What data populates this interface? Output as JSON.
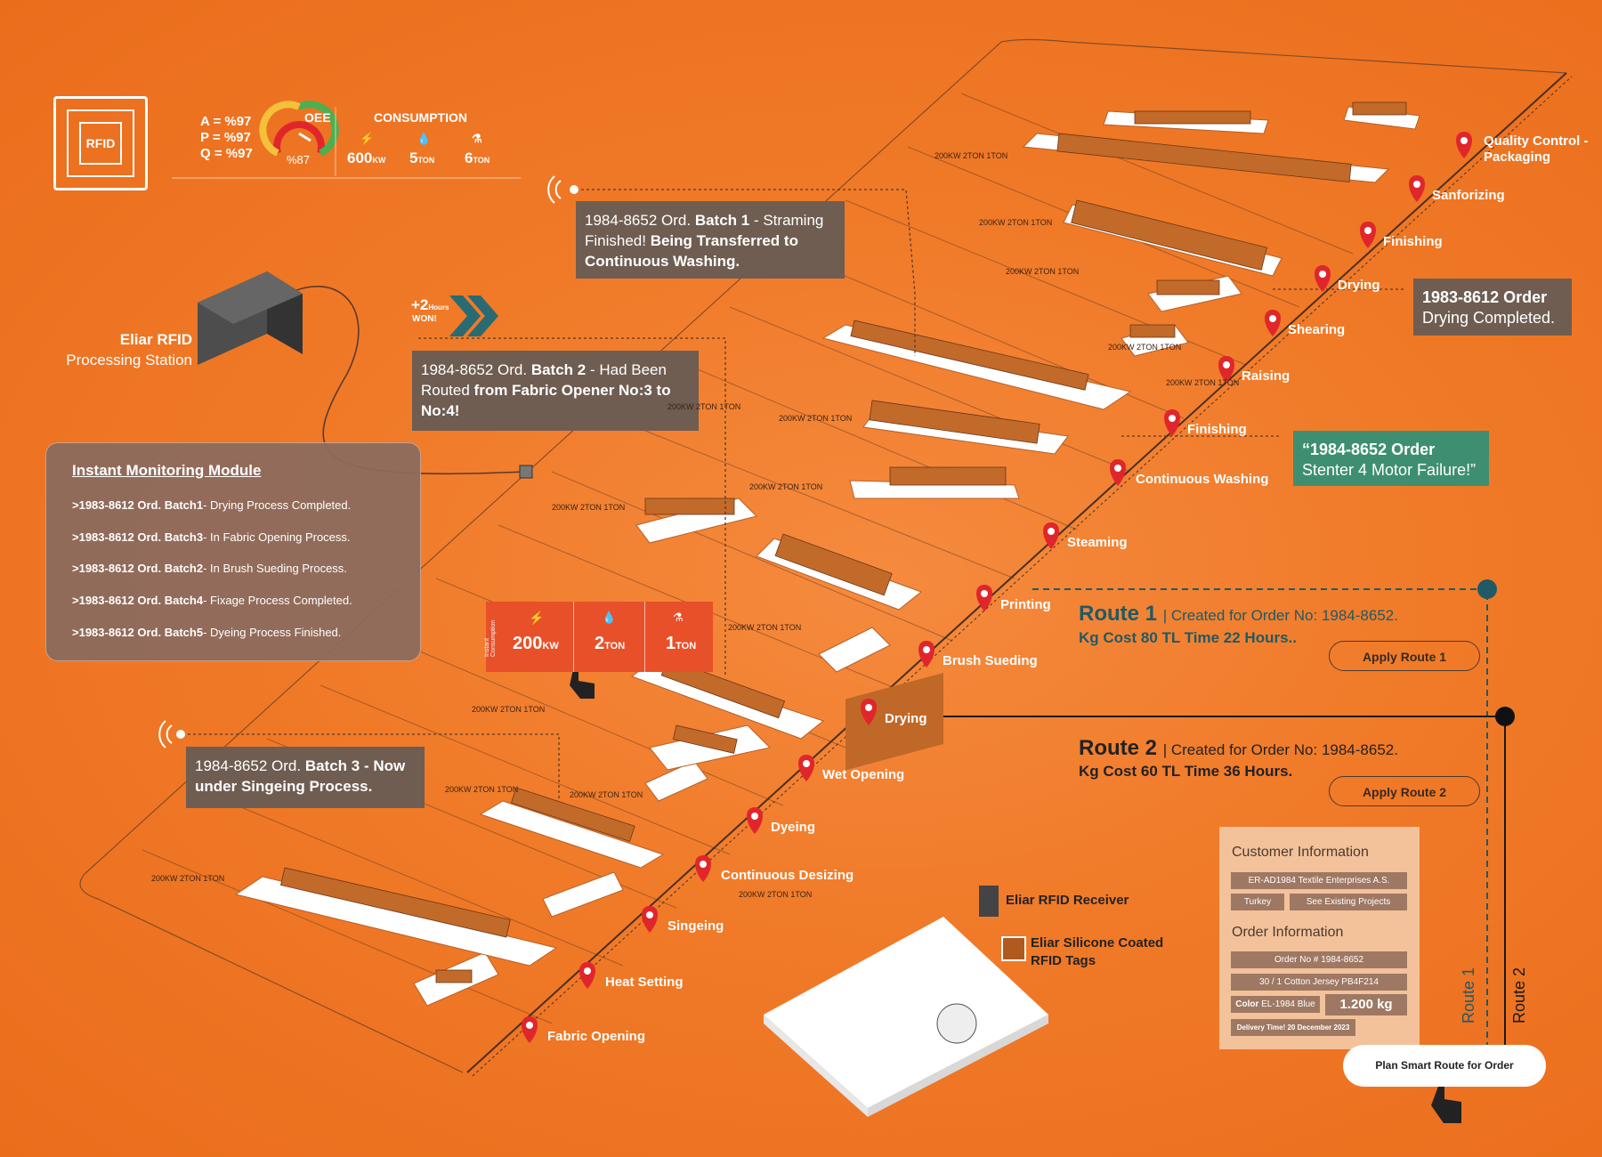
{
  "header": {
    "rfid_logo": "RFID",
    "availability": "A = %97",
    "performance": "P = %97",
    "quality": "Q = %97",
    "oee_label": "OEE",
    "oee_value": "%87",
    "consumption_title": "CONSUMPTION",
    "power": "600",
    "power_unit": "KW",
    "water": "5",
    "water_unit": "TON",
    "chemical": "6",
    "chemical_unit": "TON"
  },
  "station": {
    "title": "Eliar RFID",
    "subtitle": "Processing Station"
  },
  "monitor": {
    "title": "Instant Monitoring Module",
    "items": [
      {
        "order": ">1983-8612 Ord. Batch1",
        "status": "- Drying Process Completed."
      },
      {
        "order": ">1983-8612 Ord. Batch3",
        "status": "- In Fabric Opening Process."
      },
      {
        "order": ">1983-8612 Ord. Batch2",
        "status": "- In Brush Sueding Process."
      },
      {
        "order": ">1983-8612 Ord. Batch4",
        "status": "- Fixage Process Completed."
      },
      {
        "order": ">1983-8612 Ord. Batch5",
        "status": "- Dyeing Process Finished."
      }
    ]
  },
  "won": {
    "hours": "+2",
    "hours_label": "Hours",
    "won": "WON!"
  },
  "messages": {
    "batch1_a": "1984-8652 Ord. ",
    "batch1_b": "Batch 1",
    "batch1_c": " - Straming Finished! ",
    "batch1_d": "Being Transferred to Continuous Washing.",
    "batch2_a": "1984-8652 Ord. ",
    "batch2_b": "Batch 2",
    "batch2_c": " - Had Been Routed ",
    "batch2_d": "from Fabric Opener No:3 to No:4!",
    "batch3_a": "1984-8652 Ord. ",
    "batch3_b": "Batch 3 - Now under Singeing Process.",
    "order1983_a": "1983-8612 Order",
    "order1983_b": "Drying Completed.",
    "failure_a": "“1984-8652 Order",
    "failure_b": "Stenter 4 Motor Failure!”"
  },
  "instant_consumption": {
    "label": "Instant Consumption",
    "power": "200",
    "power_unit": "KW",
    "water": "2",
    "water_unit": "TON",
    "chemical": "1",
    "chemical_unit": "TON"
  },
  "machine_labels": {
    "kw": "200",
    "kw_unit": "KW",
    "ton2": "2",
    "ton1": "1",
    "ton_unit": "TON"
  },
  "stages": [
    "Fabric Opening",
    "Heat Setting",
    "Singeing",
    "Continuous Desizing",
    "Dyeing",
    "Wet Opening",
    "Drying",
    "Brush Sueding",
    "Printing",
    "Steaming",
    "Continuous Washing",
    "Finishing",
    "Raising",
    "Shearing",
    "Drying",
    "Finishing",
    "Sanforizing",
    "Quality Control - Packaging"
  ],
  "routes": {
    "route1_title": "Route 1",
    "route1_created": "Created for Order No: 1984-8652.",
    "route1_cost": "Kg Cost 80 TL Time 22 Hours..",
    "route1_button": "Apply Route 1",
    "route2_title": "Route 2",
    "route2_created": "Created for Order No: 1984-8652.",
    "route2_cost": "Kg Cost 60 TL Time 36 Hours.",
    "route2_button": "Apply Route 2",
    "route1_vertical": "Route 1",
    "route2_vertical": "Route 2"
  },
  "receiver": {
    "receiver": "Eliar RFID Receiver",
    "tags_a": "Eliar Silicone Coated",
    "tags_b": "RFID Tags"
  },
  "customer": {
    "customer_title": "Customer Information",
    "company": "ER-AD1984 Textile Enterprises A.S.",
    "country": "Turkey",
    "projects": "See Existing Projects",
    "order_title": "Order Information",
    "order_no": "Order No # 1984-8652",
    "fabric": "30 / 1 Cotton Jersey PB4F214",
    "color_label": "Color",
    "color": "EL-1984 Blue",
    "weight": "1.200 kg",
    "delivery_label": "Delivery Time",
    "delivery": "! 20 December 2023"
  },
  "plan_button": "Plan Smart Route for Order",
  "colors": {
    "background": "#f07a28",
    "pin": "#e0262b",
    "route1": "#1f5a66",
    "route2": "#1a1a1a",
    "failure_box": "#3e8f72",
    "message_box": "#6f5d52"
  }
}
